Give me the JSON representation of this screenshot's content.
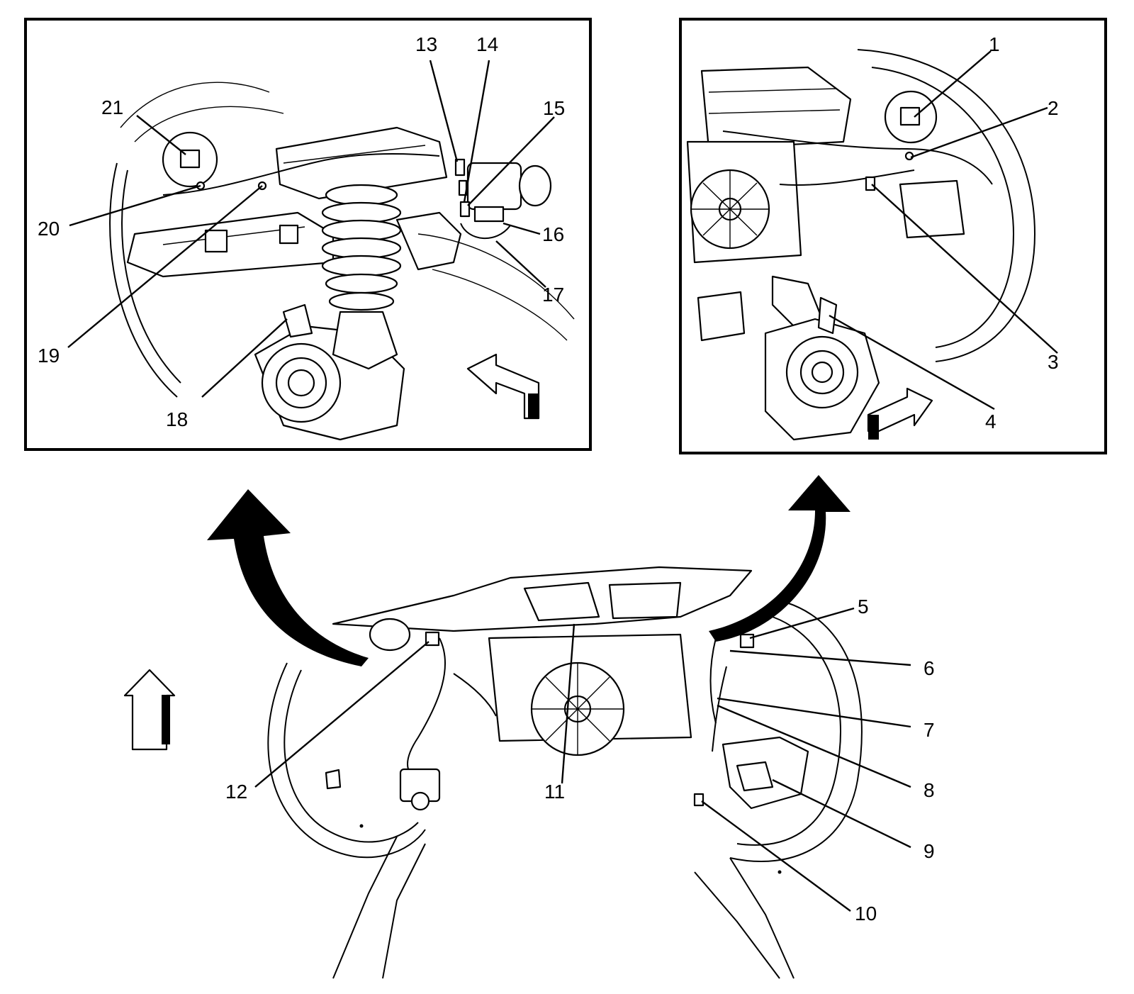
{
  "diagram": {
    "panels": [
      {
        "id": "left-detail",
        "callouts": [
          "13",
          "14",
          "15",
          "16",
          "17",
          "18",
          "19",
          "20",
          "21"
        ]
      },
      {
        "id": "right-detail",
        "callouts": [
          "1",
          "2",
          "3",
          "4"
        ]
      },
      {
        "id": "overview",
        "callouts": [
          "5",
          "6",
          "7",
          "8",
          "9",
          "10",
          "11",
          "12"
        ]
      }
    ],
    "callouts": {
      "c1": "1",
      "c2": "2",
      "c3": "3",
      "c4": "4",
      "c5": "5",
      "c6": "6",
      "c7": "7",
      "c8": "8",
      "c9": "9",
      "c10": "10",
      "c11": "11",
      "c12": "12",
      "c13": "13",
      "c14": "14",
      "c15": "15",
      "c16": "16",
      "c17": "17",
      "c18": "18",
      "c19": "19",
      "c20": "20",
      "c21": "21"
    }
  }
}
